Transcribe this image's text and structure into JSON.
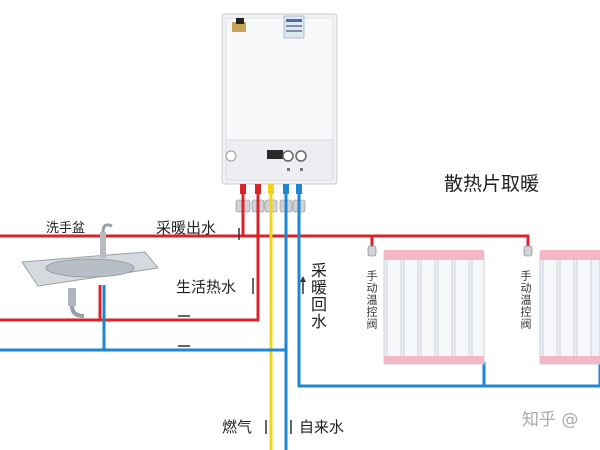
{
  "labels": {
    "washbasin": "洗手盆",
    "heating_outlet": "采暖出水",
    "domestic_hot_water": "生活热水",
    "heating_return": "采暖回水",
    "gas": "燃气",
    "tap_water": "自来水",
    "radiator_heating": "散热片取暖",
    "manual_valve_1": "手动温控阀",
    "manual_valve_2": "手动温控阀"
  },
  "watermark": "知乎 @",
  "colors": {
    "hot_pipe": "#d9232a",
    "cold_pipe": "#1f86d1",
    "gas_pipe": "#f4d31c",
    "boiler_body": "#f2f3f5",
    "radiator_cap": "#f3b7c6"
  }
}
